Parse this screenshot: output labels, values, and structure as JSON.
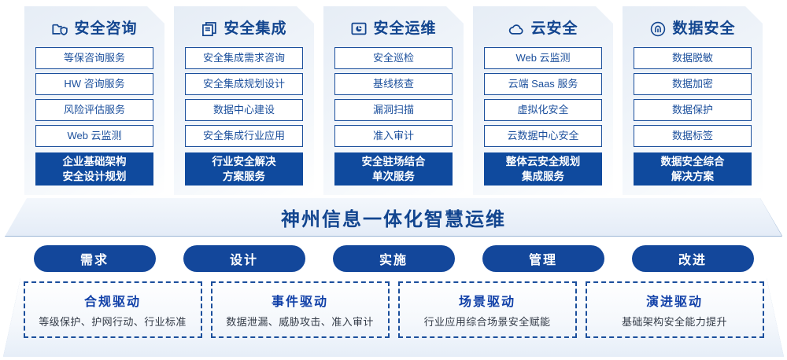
{
  "columns": [
    {
      "icon": "folder-shield-icon",
      "title": "安全咨询",
      "items": [
        "等保咨询服务",
        "HW 咨询服务",
        "风险评估服务",
        "Web 云监测"
      ],
      "highlight": [
        "企业基础架构",
        "安全设计规划"
      ]
    },
    {
      "icon": "stacked-documents-icon",
      "title": "安全集成",
      "items": [
        "安全集成需求咨询",
        "安全集成规划设计",
        "数据中心建设",
        "安全集成行业应用"
      ],
      "highlight": [
        "行业安全解决",
        "方案服务"
      ]
    },
    {
      "icon": "monitor-chart-icon",
      "title": "安全运维",
      "items": [
        "安全巡检",
        "基线核查",
        "漏洞扫描",
        "准入审计"
      ],
      "highlight": [
        "安全驻场结合",
        "单次服务"
      ]
    },
    {
      "icon": "cloud-icon",
      "title": "云安全",
      "items": [
        "Web 云监测",
        "云端 Saas 服务",
        "虚拟化安全",
        "云数据中心安全"
      ],
      "highlight": [
        "整体云安全规划",
        "集成服务"
      ]
    },
    {
      "icon": "fingerprint-icon",
      "title": "数据安全",
      "items": [
        "数据脱敏",
        "数据加密",
        "数据保护",
        "数据标签"
      ],
      "highlight": [
        "数据安全综合",
        "解决方案"
      ]
    }
  ],
  "banner": {
    "text": "神州信息一体化智慧运维"
  },
  "phases": [
    {
      "label": "需求"
    },
    {
      "label": "设计"
    },
    {
      "label": "实施"
    },
    {
      "label": "管理"
    },
    {
      "label": "改进"
    }
  ],
  "drivers": [
    {
      "title": "合规驱动",
      "subtitle": "等级保护、护网行动、行业标准"
    },
    {
      "title": "事件驱动",
      "subtitle": "数据泄漏、威胁攻击、准入审计"
    },
    {
      "title": "场景驱动",
      "subtitle": "行业应用综合场景安全赋能"
    },
    {
      "title": "演进驱动",
      "subtitle": "基础架构安全能力提升"
    }
  ],
  "colors": {
    "primary_blue": "#12458f",
    "solid_blue": "#0f4a9e",
    "pill_blue": "#13479b",
    "card_border": "#1b4f9c",
    "driver_title": "#1140a8"
  }
}
